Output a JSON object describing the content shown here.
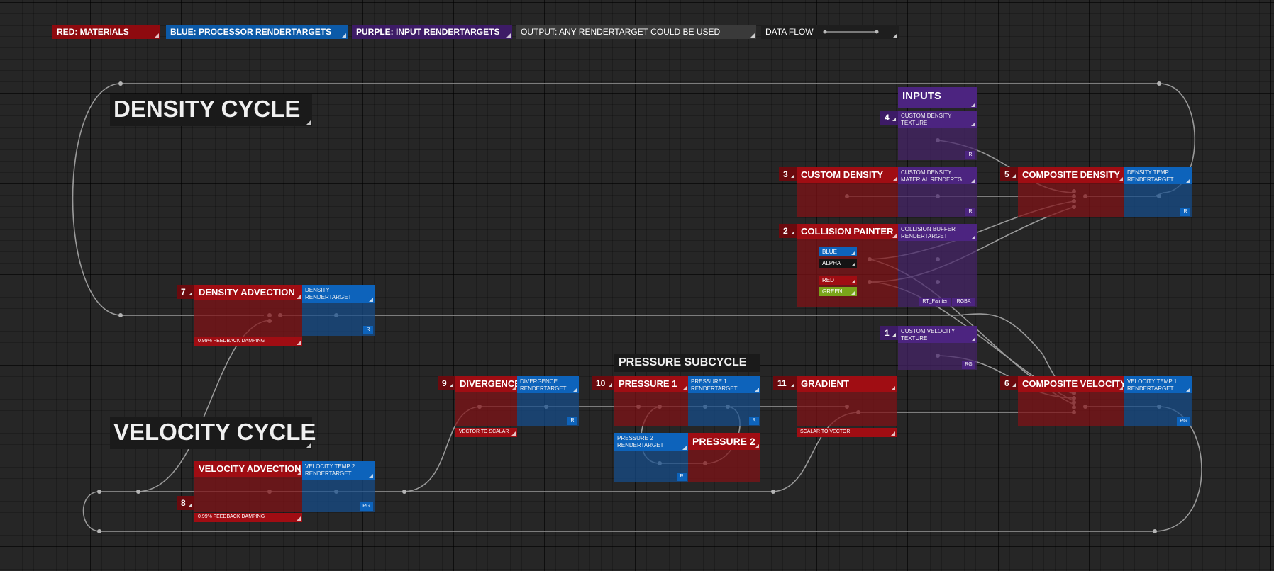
{
  "legend": {
    "red": "RED:  MATERIALS",
    "blue": "BLUE:  PROCESSOR RENDERTARGETS",
    "purple": "PURPLE:  INPUT RENDERTARGETS",
    "output": "OUTPUT: ANY RENDERTARGET COULD BE USED",
    "flow": "DATA FLOW"
  },
  "titles": {
    "density": "DENSITY CYCLE",
    "velocity": "VELOCITY CYCLE",
    "pressure": "PRESSURE SUBCYCLE"
  },
  "inputs": {
    "title": "INPUTS",
    "custom_density_texture": "CUSTOM DENSITY TEXTURE",
    "custom_velocity_texture": "CUSTOM VELOCITY TEXTURE"
  },
  "nodes": {
    "custom_density": {
      "num": "3",
      "label": "CUSTOM DENSITY",
      "target": "CUSTOM DENSITY MATERIAL RENDERTG."
    },
    "collision_painter": {
      "num": "2",
      "label": "COLLISION PAINTER",
      "target": "COLLISION BUFFER RENDERTARGET",
      "channels": [
        "BLUE",
        "ALPHA",
        "RED",
        "GREEN"
      ],
      "rt": "RT_Painter",
      "format": "RGBA"
    },
    "composite_density": {
      "num": "5",
      "label": "COMPOSITE DENSITY",
      "target": "DENSITY TEMP RENDERTARGET"
    },
    "density_advection": {
      "num": "7",
      "label": "DENSITY ADVECTION",
      "target": "DENSITY RENDERTARGET",
      "note": "0.99% FEEDBACK DAMPING"
    },
    "divergence": {
      "num": "9",
      "label": "DIVERGENCE",
      "target": "DIVERGENCE RENDERTARGET",
      "note": "VECTOR TO SCALAR"
    },
    "pressure1": {
      "num": "10",
      "label": "PRESSURE 1",
      "target": "PRESSURE 1 RENDERTARGET"
    },
    "pressure2": {
      "label": "PRESSURE 2",
      "target": "PRESSURE 2 RENDERTARGET"
    },
    "gradient": {
      "num": "11",
      "label": "GRADIENT",
      "note": "SCALAR TO VECTOR"
    },
    "composite_velocity": {
      "num": "6",
      "label": "COMPOSITE VELOCITY",
      "target": "VELOCITY TEMP 1 RENDERTARGET"
    },
    "velocity_advection": {
      "num": "8",
      "label": "VELOCITY ADVECTION",
      "target": "VELOCITY TEMP 2 RENDERTARGET",
      "note": "0.99% FEEDBACK DAMPING"
    },
    "custom_velocity": {
      "num": "1"
    },
    "inputs_custom_density": {
      "num": "4"
    }
  },
  "format_tags": {
    "r": "R",
    "rg": "RG"
  }
}
